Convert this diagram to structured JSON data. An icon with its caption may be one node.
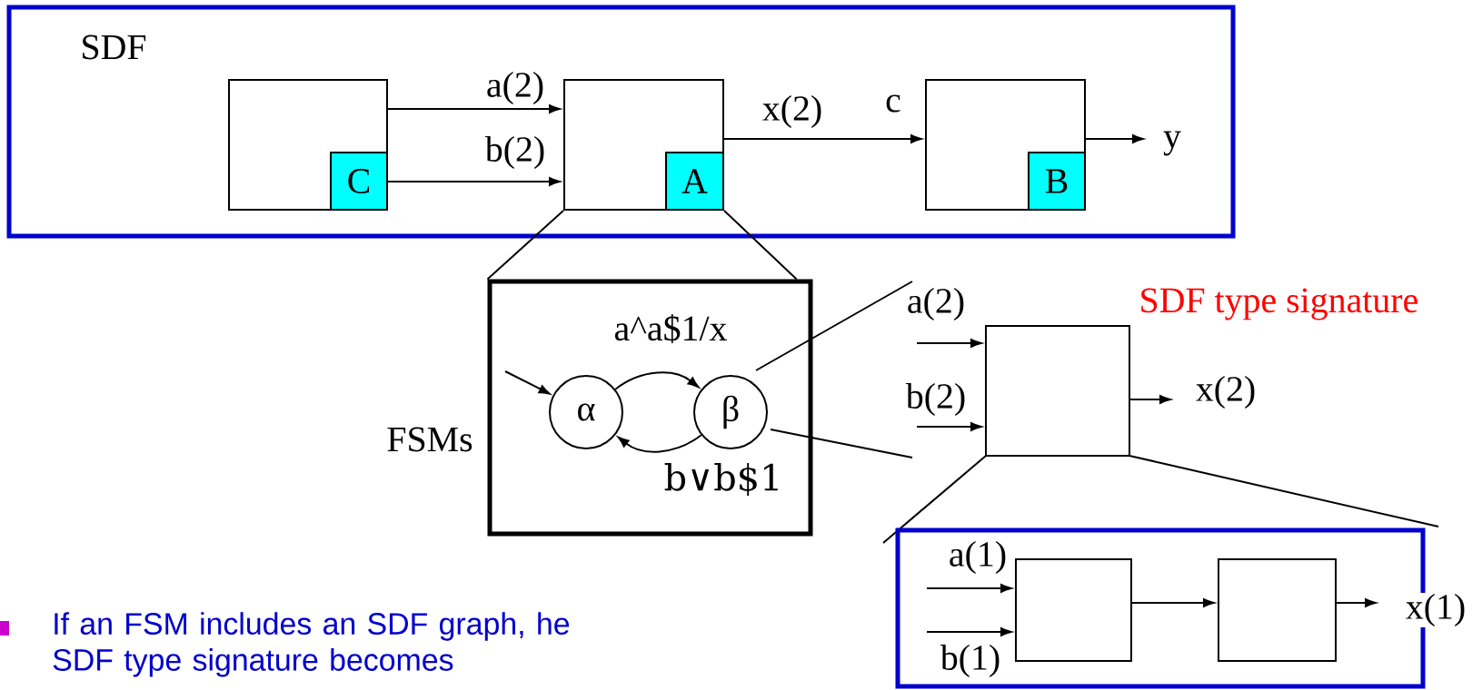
{
  "diagram": {
    "nodes": [
      {
        "text": [
          "SDF"
        ]
      },
      {
        "text": [],
        "shape": "box",
        "in": 0
      },
      {
        "text": [
          "C"
        ],
        "in": 1
      },
      {
        "text": [],
        "shape": "box",
        "in": 0
      },
      {
        "text": [
          "A"
        ],
        "in": 3
      },
      {
        "text": [],
        "shape": "box",
        "in": 0
      },
      {
        "text": [
          "B"
        ],
        "in": 5
      },
      {
        "text": [],
        "shape": "box",
        "beside": [
          "FSMs"
        ]
      },
      {
        "text": [
          "α"
        ],
        "in": 7
      },
      {
        "text": [
          "β"
        ],
        "in": 7
      },
      {
        "text": [],
        "shape": "box",
        "beside": [
          "SDF type signature"
        ]
      },
      {
        "text": [],
        "shape": "box"
      },
      {
        "text": [],
        "shape": "box",
        "in": 11
      },
      {
        "text": [],
        "shape": "box",
        "in": 11
      }
    ],
    "edges": [
      {
        "from": 1,
        "to": 3,
        "arrow": "to",
        "label": "a(2)"
      },
      {
        "from": 1,
        "to": 3,
        "arrow": "to",
        "label": "b(2)"
      },
      {
        "from": 3,
        "to": 5,
        "arrow": "to",
        "label": "x(2)"
      },
      {
        "from": 5,
        "to": null,
        "arrow": "to",
        "label": "y"
      },
      {
        "from": null,
        "to": 8,
        "arrow": "to"
      },
      {
        "from": 8,
        "to": 9,
        "arrow": "to",
        "label": "a^a$1/x"
      },
      {
        "from": 9,
        "to": 8,
        "arrow": "to",
        "label": "b∨b$1"
      },
      {
        "from": null,
        "to": 10,
        "arrow": "to",
        "label": "a(2)"
      },
      {
        "from": null,
        "to": 10,
        "arrow": "to",
        "label": "b(2)"
      },
      {
        "from": 10,
        "to": null,
        "arrow": "to",
        "label": "x(2)"
      },
      {
        "from": null,
        "to": 12,
        "arrow": "to",
        "label": "a(1)"
      },
      {
        "from": null,
        "to": 12,
        "arrow": "to",
        "label": "b(1)"
      },
      {
        "from": 12,
        "to": 13,
        "arrow": "to"
      },
      {
        "from": 13,
        "to": null,
        "arrow": "to",
        "label": "x(1)"
      },
      {
        "from": 3,
        "to": 7,
        "arrow": "none"
      },
      {
        "from": 3,
        "to": 7,
        "arrow": "none"
      }
    ],
    "labels": [
      "c",
      "If an FSM includes an SDF graph, he SDF type signature becomes"
    ]
  }
}
